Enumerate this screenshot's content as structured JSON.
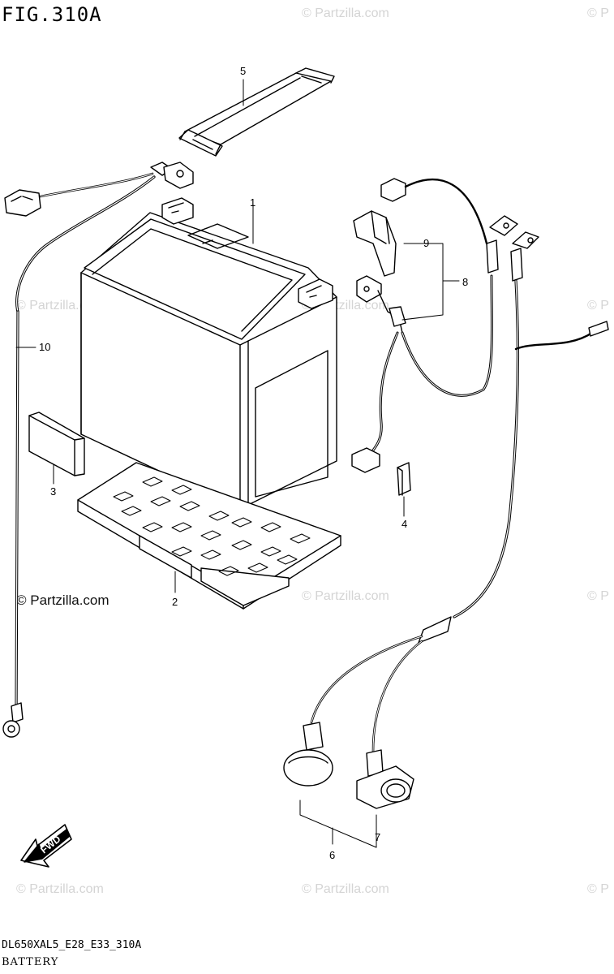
{
  "figure": {
    "title": "FIG.310A",
    "model_code": "DL650XAL5_E28_E33_310A",
    "name": "BATTERY"
  },
  "watermark": {
    "primary": "© Partzilla.com",
    "faint": "© Partzilla.com",
    "edge": "© P"
  },
  "direction_arrow": {
    "label": "FWD"
  },
  "callouts": [
    {
      "id": "1"
    },
    {
      "id": "2"
    },
    {
      "id": "3"
    },
    {
      "id": "4"
    },
    {
      "id": "5"
    },
    {
      "id": "6"
    },
    {
      "id": "7"
    },
    {
      "id": "8"
    },
    {
      "id": "9"
    },
    {
      "id": "10"
    }
  ]
}
